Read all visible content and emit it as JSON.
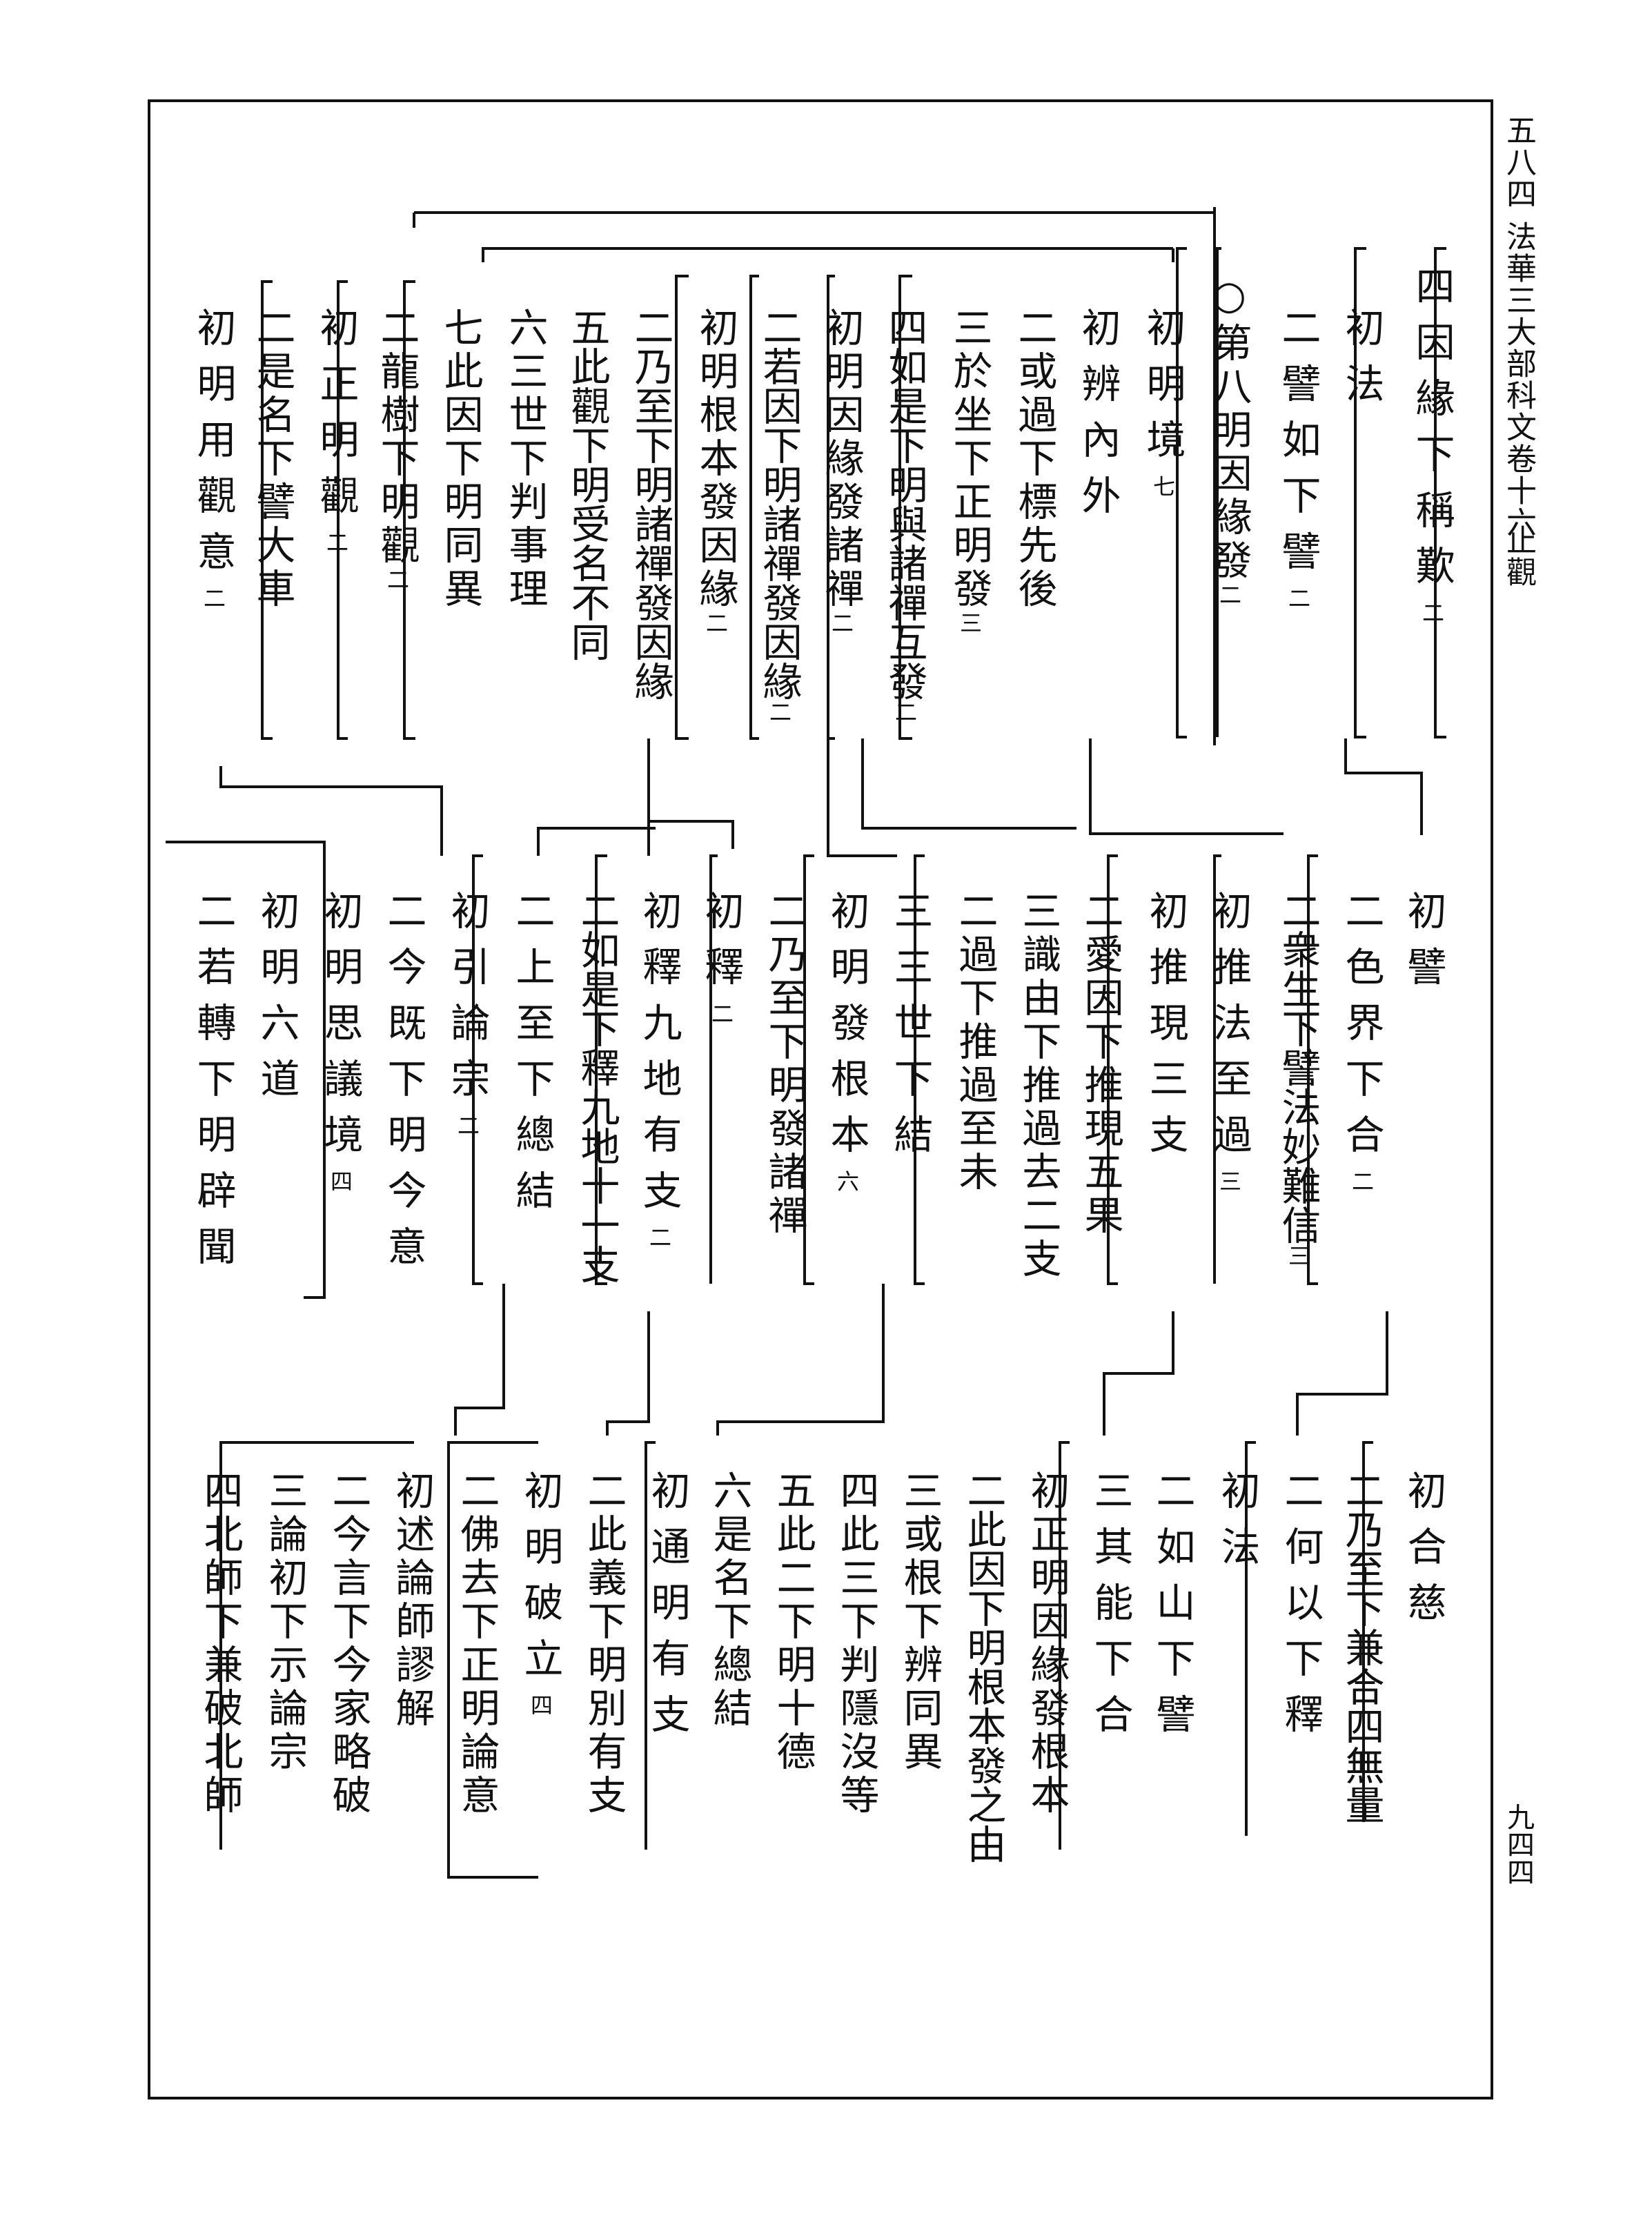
{
  "header": {
    "book_page": "五八四",
    "title": "法華三大部科文卷十六",
    "section": "止觀",
    "page_number": "九四四"
  },
  "row1": [
    {
      "id": "c1",
      "text": "四因緣下稱歎",
      "n": "二"
    },
    {
      "id": "c2",
      "text": "初法",
      "n": ""
    },
    {
      "id": "c3",
      "text": "二譬如下譬",
      "n": "二"
    },
    {
      "id": "c4",
      "text": "○第八明因緣發",
      "n": "二"
    },
    {
      "id": "c5",
      "text": "初明境",
      "n": "七"
    },
    {
      "id": "c6",
      "text": "初辨內外",
      "n": ""
    },
    {
      "id": "c7",
      "text": "二或過下標先後",
      "n": ""
    },
    {
      "id": "c8",
      "text": "三於坐下正明發",
      "n": "三"
    },
    {
      "id": "c9",
      "text": "四如是下明與諸禪互發",
      "n": "二"
    },
    {
      "id": "c10",
      "text": "初明因緣發諸禪",
      "n": "二"
    },
    {
      "id": "c11",
      "text": "二若因下明諸禪發因緣",
      "n": "二"
    },
    {
      "id": "c12",
      "text": "初明根本發因緣",
      "n": "二"
    },
    {
      "id": "c13",
      "text": "二乃至下明諸禪發因緣",
      "n": ""
    },
    {
      "id": "c14",
      "text": "五此觀下明受名不同",
      "n": ""
    },
    {
      "id": "c15",
      "text": "六三世下判事理",
      "n": ""
    },
    {
      "id": "c16",
      "text": "七此因下明同異",
      "n": ""
    },
    {
      "id": "c17",
      "text": "二龍樹下明觀",
      "n": "二"
    },
    {
      "id": "c18",
      "text": "初正明觀",
      "n": "二"
    },
    {
      "id": "c19",
      "text": "二是名下譬大車",
      "n": ""
    },
    {
      "id": "c20",
      "text": "初明用觀意",
      "n": "二"
    }
  ],
  "row2": [
    {
      "id": "d1",
      "text": "初譬",
      "n": ""
    },
    {
      "id": "d2",
      "text": "二色界下合",
      "n": "二"
    },
    {
      "id": "d3",
      "text": "二衆生下譬法妙難信",
      "n": "三"
    },
    {
      "id": "d4",
      "text": "初推法至過",
      "n": "三"
    },
    {
      "id": "d5",
      "text": "初推現三支",
      "n": ""
    },
    {
      "id": "d6",
      "text": "二愛因下推現五果",
      "n": ""
    },
    {
      "id": "d7",
      "text": "三識由下推過去二支",
      "n": ""
    },
    {
      "id": "d8",
      "text": "二過下推過至未",
      "n": ""
    },
    {
      "id": "d9",
      "text": "三三世下結",
      "n": ""
    },
    {
      "id": "d10",
      "text": "初明發根本",
      "n": "六"
    },
    {
      "id": "d11",
      "text": "二乃至下明發諸禪",
      "n": ""
    },
    {
      "id": "d12",
      "text": "初釋",
      "n": "二"
    },
    {
      "id": "d13",
      "text": "初釋九地有支",
      "n": "二"
    },
    {
      "id": "d14",
      "text": "二如是下釋九地十一支",
      "n": ""
    },
    {
      "id": "d15",
      "text": "二上至下總結",
      "n": ""
    },
    {
      "id": "d16",
      "text": "初引論宗",
      "n": "二"
    },
    {
      "id": "d17",
      "text": "二今既下明今意",
      "n": ""
    },
    {
      "id": "d18",
      "text": "初明思議境",
      "n": "四"
    },
    {
      "id": "d19",
      "text": "初明六道",
      "n": ""
    },
    {
      "id": "d20",
      "text": "二若轉下明辟聞",
      "n": ""
    }
  ],
  "row3": [
    {
      "id": "e1",
      "text": "初合慈",
      "n": ""
    },
    {
      "id": "e2",
      "text": "二乃至下兼合四無量",
      "n": ""
    },
    {
      "id": "e3",
      "text": "二何以下釋",
      "n": ""
    },
    {
      "id": "e4",
      "text": "初法",
      "n": ""
    },
    {
      "id": "e5",
      "text": "二如山下譬",
      "n": ""
    },
    {
      "id": "e6",
      "text": "三其能下合",
      "n": ""
    },
    {
      "id": "e7",
      "text": "初正明因緣發根本",
      "n": ""
    },
    {
      "id": "e8",
      "text": "二此因下明根本發之由",
      "n": ""
    },
    {
      "id": "e9",
      "text": "三或根下辨同異",
      "n": ""
    },
    {
      "id": "e10",
      "text": "四此三下判隱沒等",
      "n": ""
    },
    {
      "id": "e11",
      "text": "五此二下明十德",
      "n": ""
    },
    {
      "id": "e12",
      "text": "六是名下總結",
      "n": ""
    },
    {
      "id": "e13",
      "text": "初通明有支",
      "n": ""
    },
    {
      "id": "e14",
      "text": "二此義下明別有支",
      "n": ""
    },
    {
      "id": "e15",
      "text": "初明破立",
      "n": "四"
    },
    {
      "id": "e16",
      "text": "二佛去下正明論意",
      "n": ""
    },
    {
      "id": "e17",
      "text": "初述論師謬解",
      "n": ""
    },
    {
      "id": "e18",
      "text": "二今言下今家略破",
      "n": ""
    },
    {
      "id": "e19",
      "text": "三論初下示論宗",
      "n": ""
    },
    {
      "id": "e20",
      "text": "四北師下兼破北師",
      "n": ""
    }
  ]
}
